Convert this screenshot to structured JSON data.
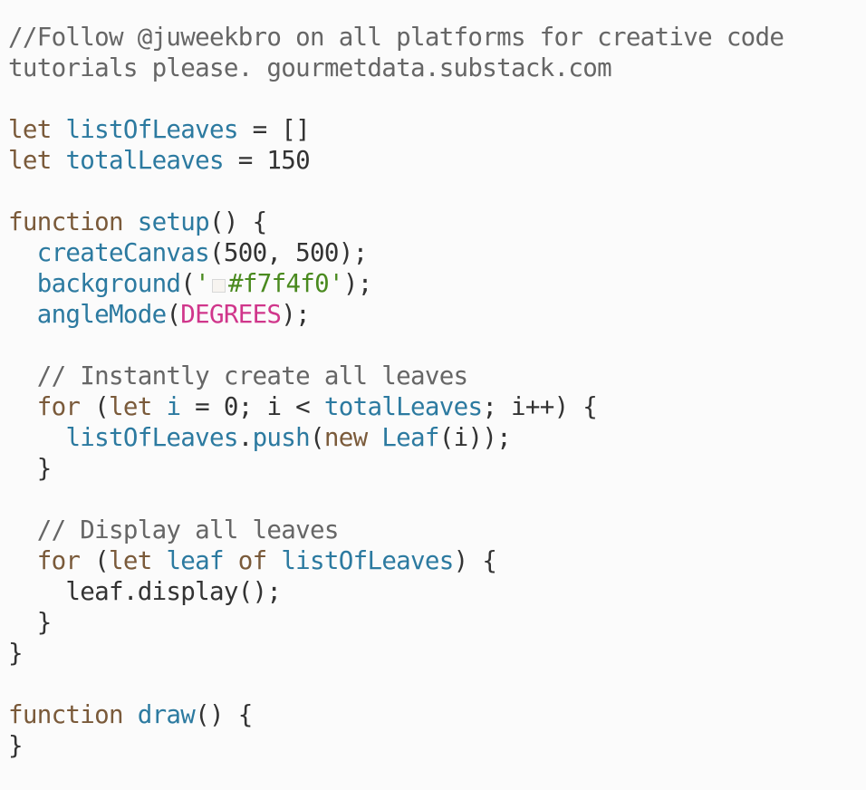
{
  "lines": [
    [
      {
        "t": "//Follow @juweekbro on all platforms for creative code",
        "c": "cm"
      }
    ],
    [
      {
        "t": "tutorials please. gourmetdata.substack.com",
        "c": "cm"
      }
    ],
    [],
    [
      {
        "t": "let",
        "c": "kw"
      },
      {
        "t": " "
      },
      {
        "t": "listOfLeaves",
        "c": "fn"
      },
      {
        "t": " = []"
      }
    ],
    [
      {
        "t": "let",
        "c": "kw"
      },
      {
        "t": " "
      },
      {
        "t": "totalLeaves",
        "c": "fn"
      },
      {
        "t": " = 150"
      }
    ],
    [],
    [
      {
        "t": "function",
        "c": "kw"
      },
      {
        "t": " "
      },
      {
        "t": "setup",
        "c": "fn"
      },
      {
        "t": "() {"
      }
    ],
    [
      {
        "t": "  "
      },
      {
        "t": "createCanvas",
        "c": "fn"
      },
      {
        "t": "(500, 500);"
      }
    ],
    [
      {
        "t": "  "
      },
      {
        "t": "background",
        "c": "fn"
      },
      {
        "t": "("
      },
      {
        "t": "'",
        "c": "str"
      },
      {
        "swatch": "#f7f4f0"
      },
      {
        "t": "#f7f4f0'",
        "c": "str"
      },
      {
        "t": ");"
      }
    ],
    [
      {
        "t": "  "
      },
      {
        "t": "angleMode",
        "c": "fn"
      },
      {
        "t": "("
      },
      {
        "t": "DEGREES",
        "c": "cst"
      },
      {
        "t": ");"
      }
    ],
    [],
    [
      {
        "t": "  // Instantly create all leaves",
        "c": "cm"
      }
    ],
    [
      {
        "t": "  "
      },
      {
        "t": "for",
        "c": "kw"
      },
      {
        "t": " ("
      },
      {
        "t": "let",
        "c": "kw"
      },
      {
        "t": " "
      },
      {
        "t": "i",
        "c": "fn"
      },
      {
        "t": " = 0; i < "
      },
      {
        "t": "totalLeaves",
        "c": "fn"
      },
      {
        "t": "; i++) {"
      }
    ],
    [
      {
        "t": "    "
      },
      {
        "t": "listOfLeaves",
        "c": "fn"
      },
      {
        "t": "."
      },
      {
        "t": "push",
        "c": "fn"
      },
      {
        "t": "("
      },
      {
        "t": "new",
        "c": "kw"
      },
      {
        "t": " "
      },
      {
        "t": "Leaf",
        "c": "fn"
      },
      {
        "t": "(i));"
      }
    ],
    [
      {
        "t": "  }"
      }
    ],
    [],
    [
      {
        "t": "  // Display all leaves",
        "c": "cm"
      }
    ],
    [
      {
        "t": "  "
      },
      {
        "t": "for",
        "c": "kw"
      },
      {
        "t": " ("
      },
      {
        "t": "let",
        "c": "kw"
      },
      {
        "t": " "
      },
      {
        "t": "leaf",
        "c": "fn"
      },
      {
        "t": " "
      },
      {
        "t": "of",
        "c": "kw"
      },
      {
        "t": " "
      },
      {
        "t": "listOfLeaves",
        "c": "fn"
      },
      {
        "t": ") {"
      }
    ],
    [
      {
        "t": "    leaf.display();"
      }
    ],
    [
      {
        "t": "  }"
      }
    ],
    [
      {
        "t": "}"
      }
    ],
    [],
    [
      {
        "t": "function",
        "c": "kw"
      },
      {
        "t": " "
      },
      {
        "t": "draw",
        "c": "fn"
      },
      {
        "t": "() {"
      }
    ],
    [
      {
        "t": "}"
      }
    ]
  ]
}
